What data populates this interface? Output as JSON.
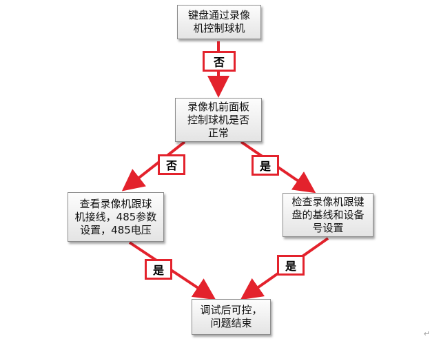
{
  "colors": {
    "arrow": "#e3222c",
    "tag_border": "#e3222c",
    "node_border": "#8c8c8c"
  },
  "nodes": {
    "start": {
      "lines": [
        "键盘通过录像",
        "机控制球机"
      ]
    },
    "check_panel": {
      "lines": [
        "录像机前面板",
        "控制球机是否",
        "正常"
      ]
    },
    "check_wiring": {
      "lines": [
        "查看录像机跟球",
        "机接线，485参数",
        "设置，485电压"
      ]
    },
    "check_keyboard": {
      "lines": [
        "检查录像机跟键",
        "盘的基线和设备",
        "号设置"
      ]
    },
    "end": {
      "lines": [
        "调试后可控，",
        "问题结束"
      ]
    }
  },
  "tags": {
    "start_to_panel": "否",
    "panel_to_wiring": "否",
    "panel_to_keyboard": "是",
    "wiring_to_end": "是",
    "keyboard_to_end": "是"
  },
  "paragraph_mark": "↵"
}
